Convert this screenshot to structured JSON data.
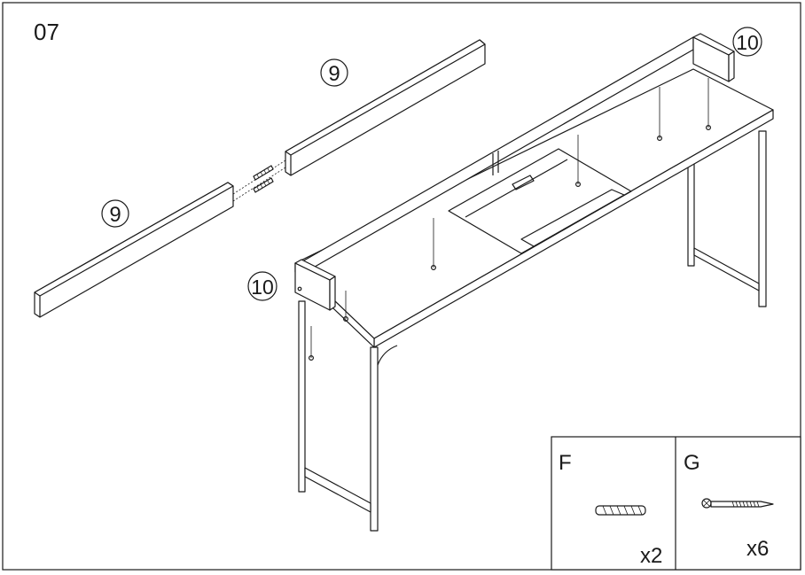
{
  "step": {
    "number": "07"
  },
  "callouts": {
    "board_upper": "9",
    "board_lower": "9",
    "end_right": "10",
    "end_left": "10"
  },
  "hardware": [
    {
      "letter": "F",
      "icon": "wooden-dowel-icon",
      "quantity": "x2"
    },
    {
      "letter": "G",
      "icon": "screw-icon",
      "quantity": "x6"
    }
  ],
  "colors": {
    "line": "#1a1a1a",
    "background": "#ffffff"
  }
}
